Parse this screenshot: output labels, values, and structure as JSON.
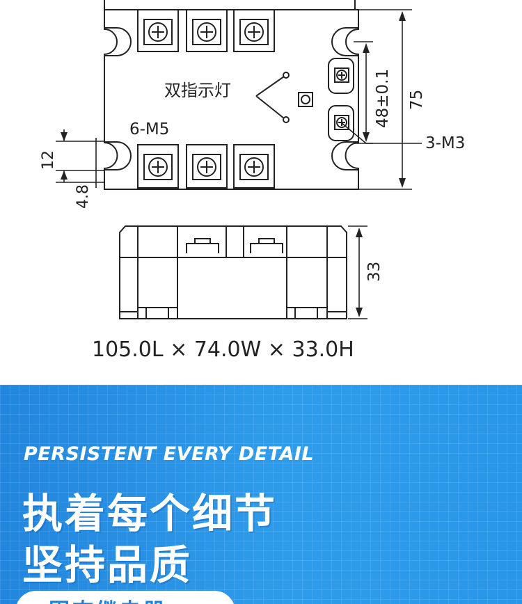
{
  "diagram": {
    "label_indicator": "双指示灯",
    "label_screw_main": "6-M5",
    "label_screw_small": "3-M3",
    "dim_pitch": "48±0.1",
    "dim_height": "75",
    "dim_12": "12",
    "dim_4_8": "4.8",
    "dim_thickness": "33",
    "dimensions_summary": "105.0L × 74.0W × 33.0H"
  },
  "banner": {
    "title_en": "PERSISTENT EVERY DETAIL",
    "title_cn_line1": "执着每个细节",
    "title_cn_line2": "坚持品质",
    "pill_text": "固态继电器",
    "colors": {
      "background": "#2a96e8",
      "text": "#ffffff",
      "pill_text": "#1d7fd6"
    }
  }
}
